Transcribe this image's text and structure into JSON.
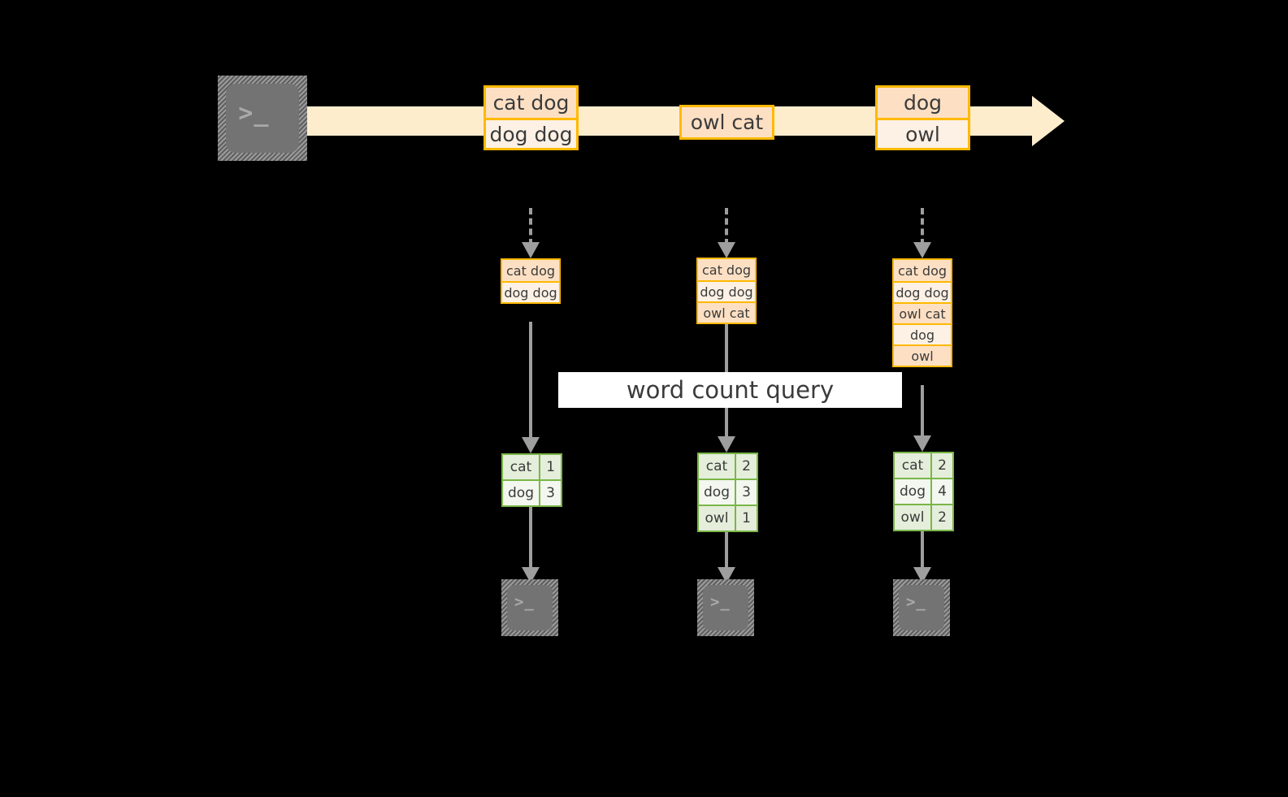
{
  "diagram": {
    "title_banner": "word count query",
    "colors": {
      "background": "#000000",
      "stream_band": "#feedcd",
      "event_border": "#ffb900",
      "event_fill_dark": "#fde0c4",
      "event_fill_light": "#fdf1e5",
      "result_border": "#7ab648",
      "result_fill_dark": "#e4eedb",
      "result_fill_light": "#f3f7ef",
      "connector": "#9e9e9e",
      "terminal_face": "#737373",
      "banner_fill": "#ffffff"
    },
    "source": {
      "icon": "terminal-icon",
      "prompt": ">_"
    },
    "stream": {
      "groups": [
        {
          "id": "group-1",
          "events": [
            "cat dog",
            "dog dog"
          ]
        },
        {
          "id": "group-2",
          "events": [
            "owl cat"
          ]
        },
        {
          "id": "group-3",
          "events": [
            "dog",
            "owl"
          ]
        }
      ]
    },
    "accumulators": [
      {
        "id": "accumulator-1",
        "events": [
          "cat dog",
          "dog dog"
        ]
      },
      {
        "id": "accumulator-2",
        "events": [
          "cat dog",
          "dog dog",
          "owl cat"
        ]
      },
      {
        "id": "accumulator-3",
        "events": [
          "cat dog",
          "dog dog",
          "owl cat",
          "dog",
          "owl"
        ]
      }
    ],
    "results": [
      {
        "id": "result-1",
        "rows": [
          {
            "word": "cat",
            "count": "1"
          },
          {
            "word": "dog",
            "count": "3"
          }
        ]
      },
      {
        "id": "result-2",
        "rows": [
          {
            "word": "cat",
            "count": "2"
          },
          {
            "word": "dog",
            "count": "3"
          },
          {
            "word": "owl",
            "count": "1"
          }
        ]
      },
      {
        "id": "result-3",
        "rows": [
          {
            "word": "cat",
            "count": "2"
          },
          {
            "word": "dog",
            "count": "4"
          },
          {
            "word": "owl",
            "count": "2"
          }
        ]
      }
    ],
    "sinks": [
      {
        "id": "sink-1",
        "icon": "terminal-icon",
        "prompt": ">_"
      },
      {
        "id": "sink-2",
        "icon": "terminal-icon",
        "prompt": ">_"
      },
      {
        "id": "sink-3",
        "icon": "terminal-icon",
        "prompt": ">_"
      }
    ]
  }
}
